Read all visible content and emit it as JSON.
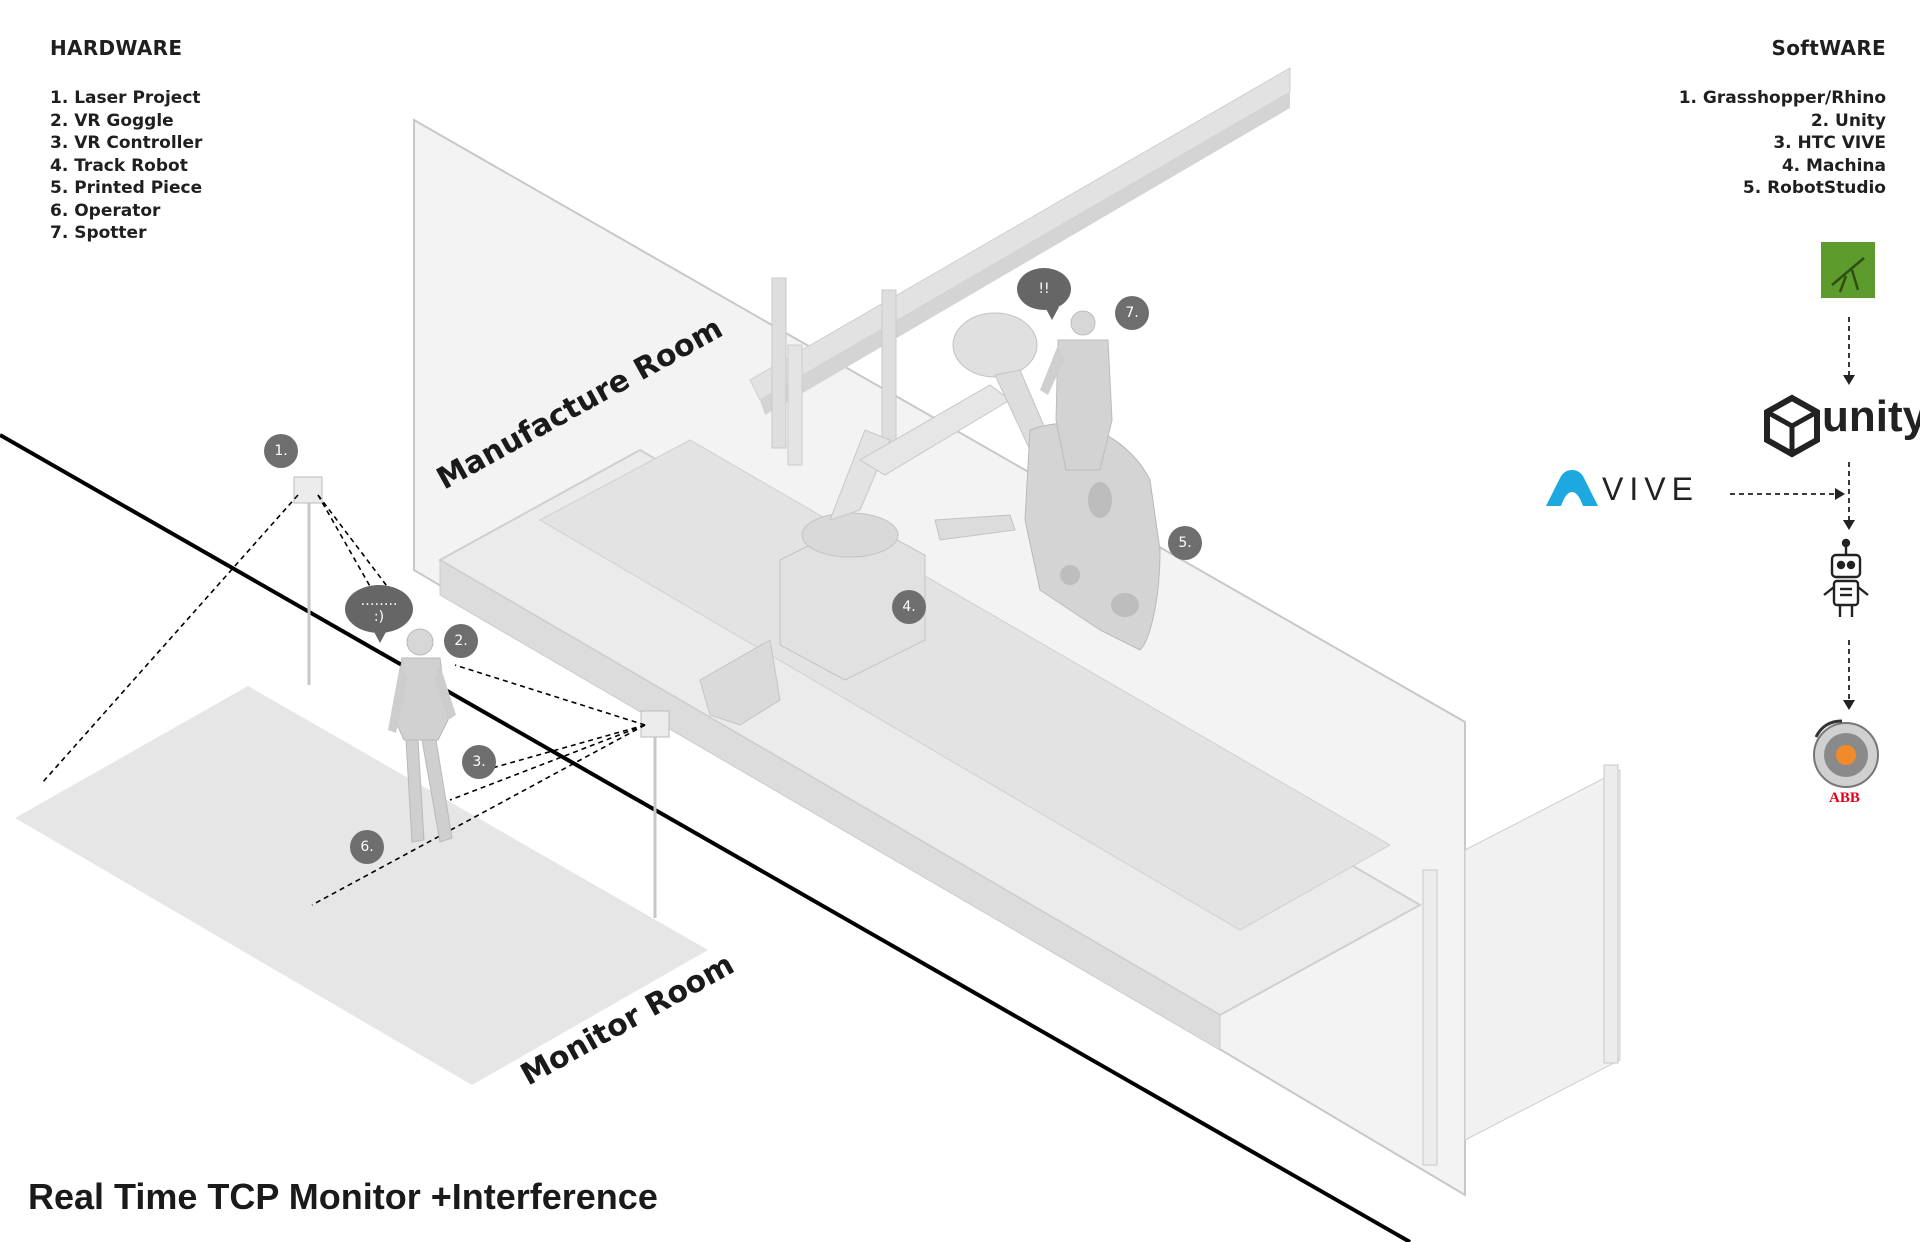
{
  "hardware": {
    "title": "HARDWARE",
    "items": [
      "1. Laser Project",
      "2. VR Goggle",
      "3. VR Controller",
      "4. Track Robot",
      "5. Printed Piece",
      "6. Operator",
      "7. Spotter"
    ]
  },
  "software": {
    "title": "SoftWARE",
    "items": [
      "1. Grasshopper/Rhino",
      "2. Unity",
      "3. HTC VIVE",
      "4. Machina",
      "5. RobotStudio"
    ]
  },
  "markers": [
    "1.",
    "2.",
    "3.",
    "4.",
    "5.",
    "6.",
    "7."
  ],
  "bubbles": {
    "operator_lines": [
      "……..",
      ":)"
    ],
    "spotter": "!!"
  },
  "rooms": {
    "manufacture": "Manufacture Room",
    "monitor": "Monitor Room"
  },
  "logos": {
    "unity": "unity",
    "vive": "VIVE",
    "abb": "ABB"
  },
  "colors": {
    "grasshopper": "#5d9b2c",
    "vive": "#1da9e0",
    "abb": "#e2001a",
    "robotstudio": "#f08a2a",
    "marker": "#6e6e6e"
  },
  "title": "Real Time TCP Monitor +Interference"
}
